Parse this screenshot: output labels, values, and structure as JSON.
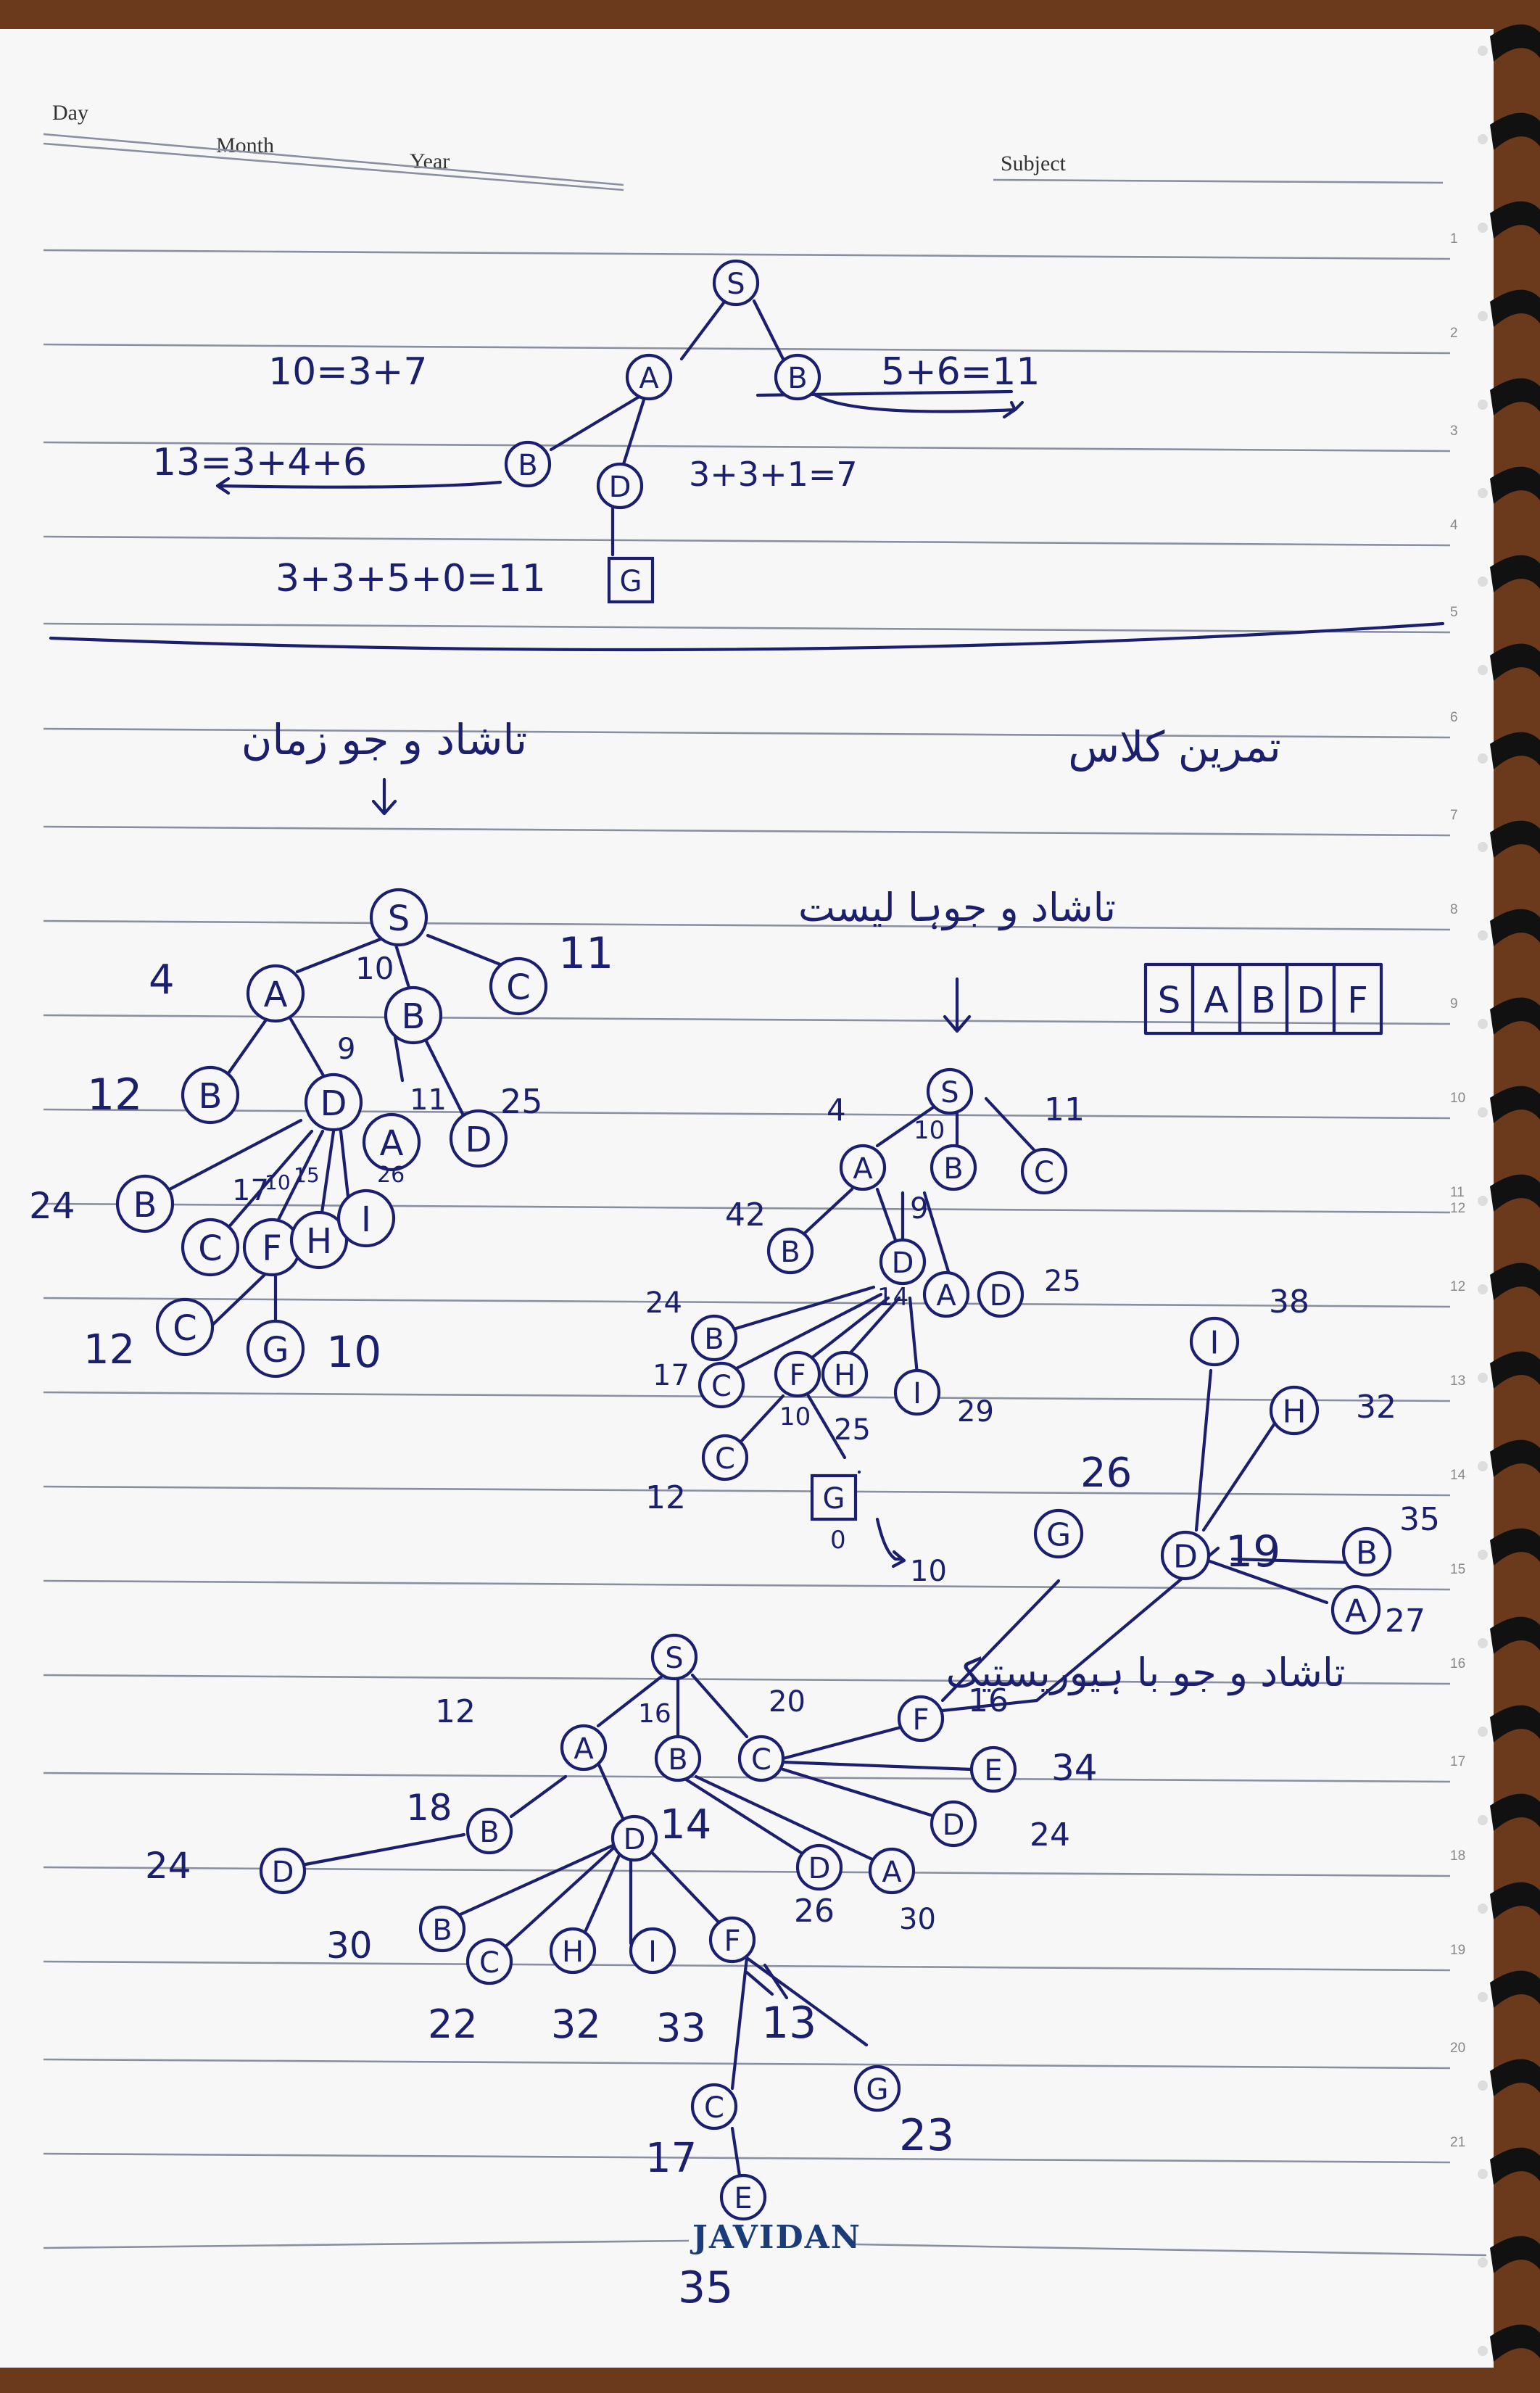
{
  "header": {
    "day": "Day",
    "month": "Month",
    "year": "Year",
    "subject": "Subject"
  },
  "line_numbers": [
    "1",
    "2",
    "3",
    "4",
    "5",
    "6",
    "7",
    "8",
    "9",
    "10",
    "11",
    "12",
    "12",
    "13",
    "14",
    "15",
    "16",
    "17",
    "18",
    "19",
    "20",
    "21"
  ],
  "brand": "JAVIDAN",
  "diagram1": {
    "nodes": [
      "S",
      "A",
      "B",
      "B",
      "D",
      "G"
    ],
    "notes": [
      "10=3+7",
      "5+6=11",
      "13=3+4+6",
      "3+3+1=7",
      "3+3+5+0=11"
    ]
  },
  "titles": {
    "right": "تمرین کلاس",
    "left_tree": "تاشاد و جو زمان",
    "middle_tree": "تاشاد و جوہا لیست",
    "bottom_tree": "تاشاد و جو با ہیوریستیک"
  },
  "list_box": [
    "S",
    "A",
    "B",
    "D",
    "F"
  ],
  "tree_left": {
    "nodes": [
      "S",
      "A",
      "B",
      "C",
      "B",
      "D",
      "A",
      "D",
      "B",
      "C",
      "F",
      "H",
      "I",
      "C",
      "G"
    ],
    "costs": [
      "4",
      "10",
      "11",
      "9",
      "12",
      "11",
      "25",
      "24",
      "17",
      "10",
      "15",
      "26",
      "12",
      "10"
    ]
  },
  "tree_middle": {
    "nodes": [
      "S",
      "A",
      "B",
      "C",
      "B",
      "D",
      "A",
      "D",
      "B",
      "C",
      "F",
      "H",
      "I",
      "C",
      "G"
    ],
    "costs": [
      "4",
      "10",
      "11",
      "9",
      "42",
      "14",
      "25",
      "24",
      "17",
      "10",
      "25",
      "29",
      "12",
      "0",
      "10"
    ]
  },
  "tree_right": {
    "nodes": [
      "I",
      "H",
      "D",
      "G",
      "B",
      "A"
    ],
    "costs": [
      "38",
      "32",
      "19",
      "26",
      "35",
      "27"
    ]
  },
  "tree_bottom": {
    "nodes": [
      "S",
      "A",
      "B",
      "C",
      "F",
      "E",
      "D",
      "B",
      "D",
      "D",
      "A",
      "D",
      "B",
      "C",
      "H",
      "I",
      "F",
      "C",
      "G",
      "E"
    ],
    "costs": [
      "12",
      "16",
      "20",
      "16",
      "34",
      "24",
      "18",
      "24",
      "14",
      "26",
      "30",
      "30",
      "22",
      "32",
      "33",
      "13",
      "17",
      "23",
      "35"
    ]
  }
}
